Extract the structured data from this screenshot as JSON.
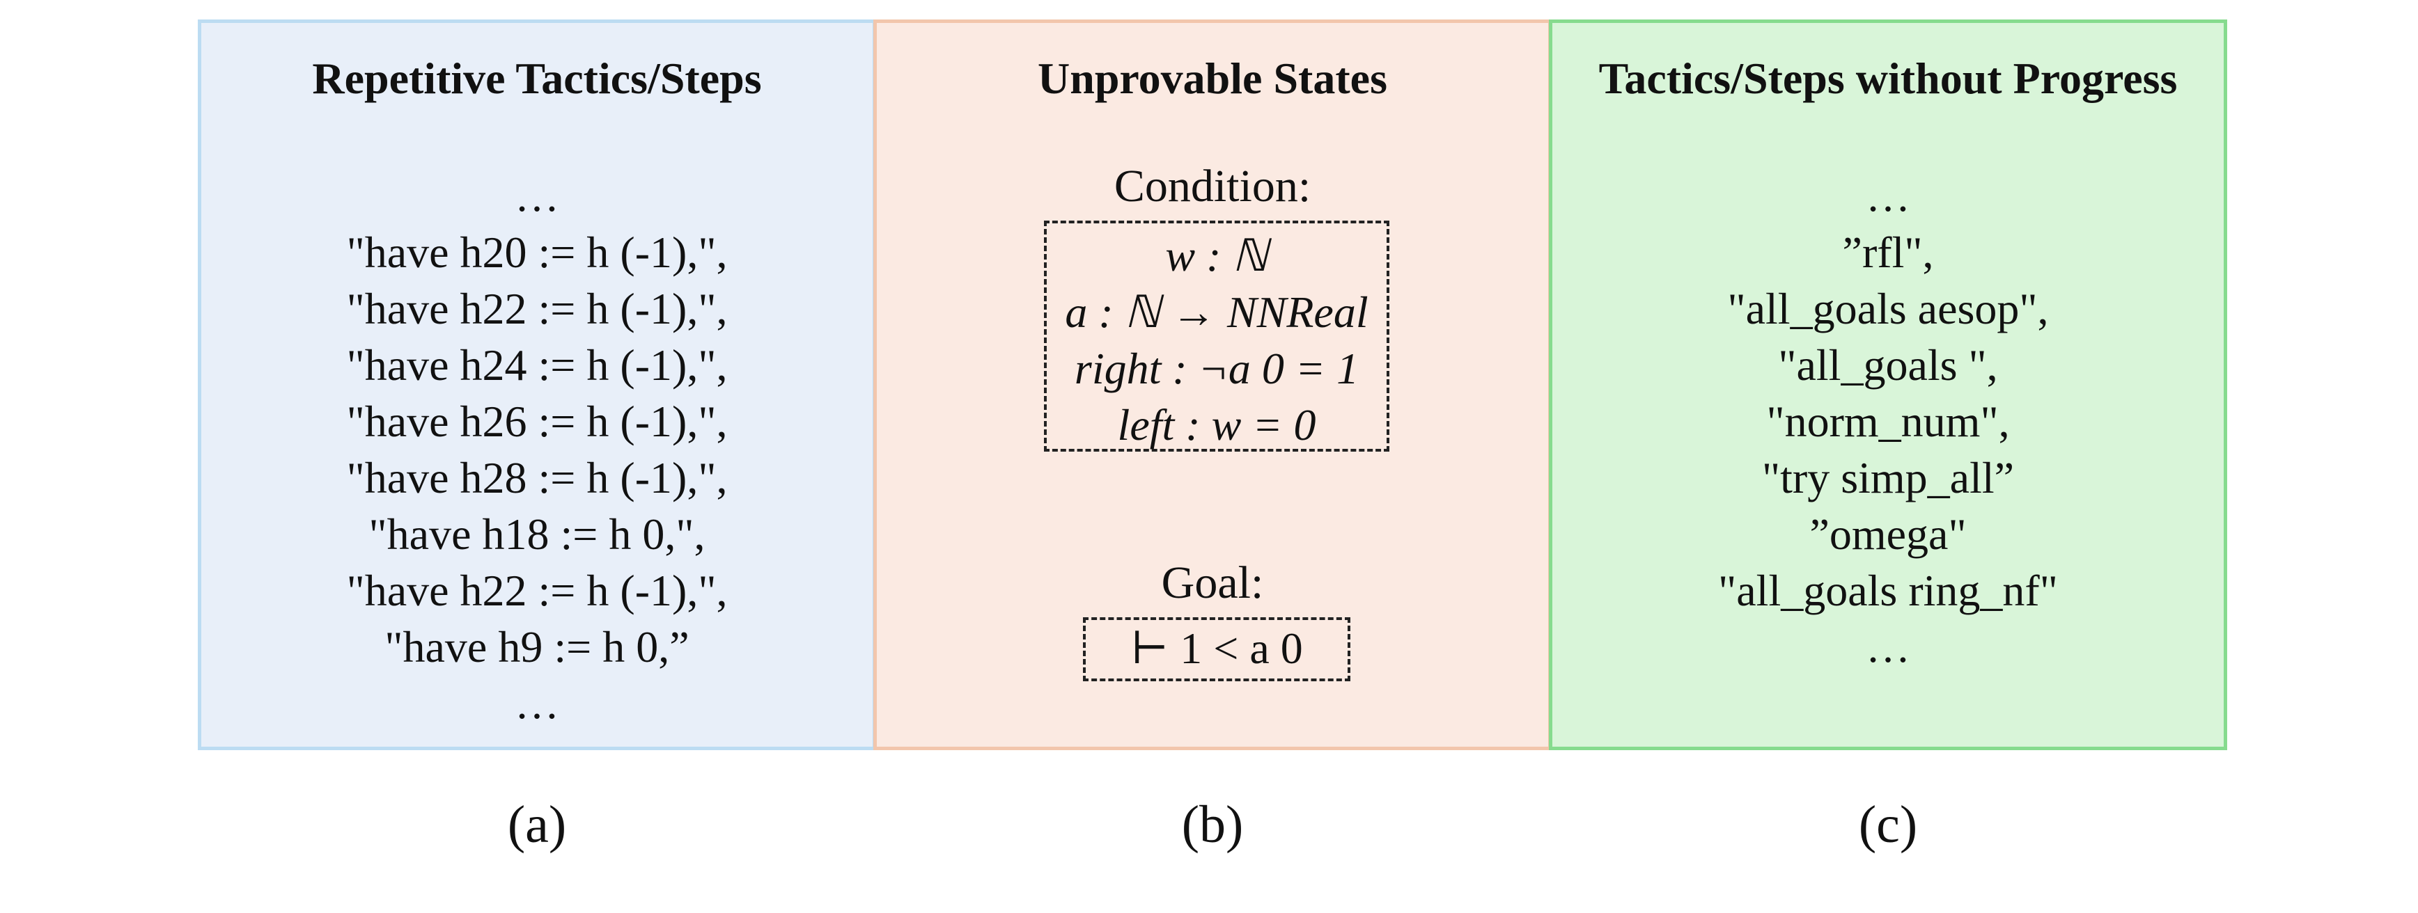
{
  "panels": {
    "a": {
      "title": "Repetitive Tactics/Steps",
      "lines": [
        "…",
        "\"have h20 := h (-1),\",",
        "\"have h22 := h (-1),\",",
        "\"have h24 := h (-1),\",",
        "\"have h26 := h (-1),\",",
        "\"have h28 := h (-1),\",",
        "\"have h18 := h 0,\",",
        "\"have h22 := h (-1),\",",
        "\"have h9 := h 0,”",
        "…"
      ],
      "caption": "(a)",
      "background": "#e8eff9",
      "border": "#bcdcf2"
    },
    "b": {
      "title": "Unprovable States",
      "condition_label": "Condition:",
      "condition_lines": [
        "w : ℕ",
        "a : ℕ → NNReal",
        "right : ¬a 0 = 1",
        "left : w = 0"
      ],
      "goal_label": "Goal:",
      "goal": "⊢ 1 < a 0",
      "caption": "(b)",
      "background": "#fbeae2",
      "border": "#f2c6ac"
    },
    "c": {
      "title": "Tactics/Steps without Progress",
      "lines": [
        "…",
        "”rfl\",",
        "\"all_goals aesop\",",
        "\"all_goals \",",
        "\"norm_num\",",
        "\"try simp_all”",
        "”omega\"",
        "\"all_goals ring_nf\"",
        "…"
      ],
      "caption": "(c)",
      "background": "#d9f5d9",
      "border": "#86db8e"
    }
  }
}
